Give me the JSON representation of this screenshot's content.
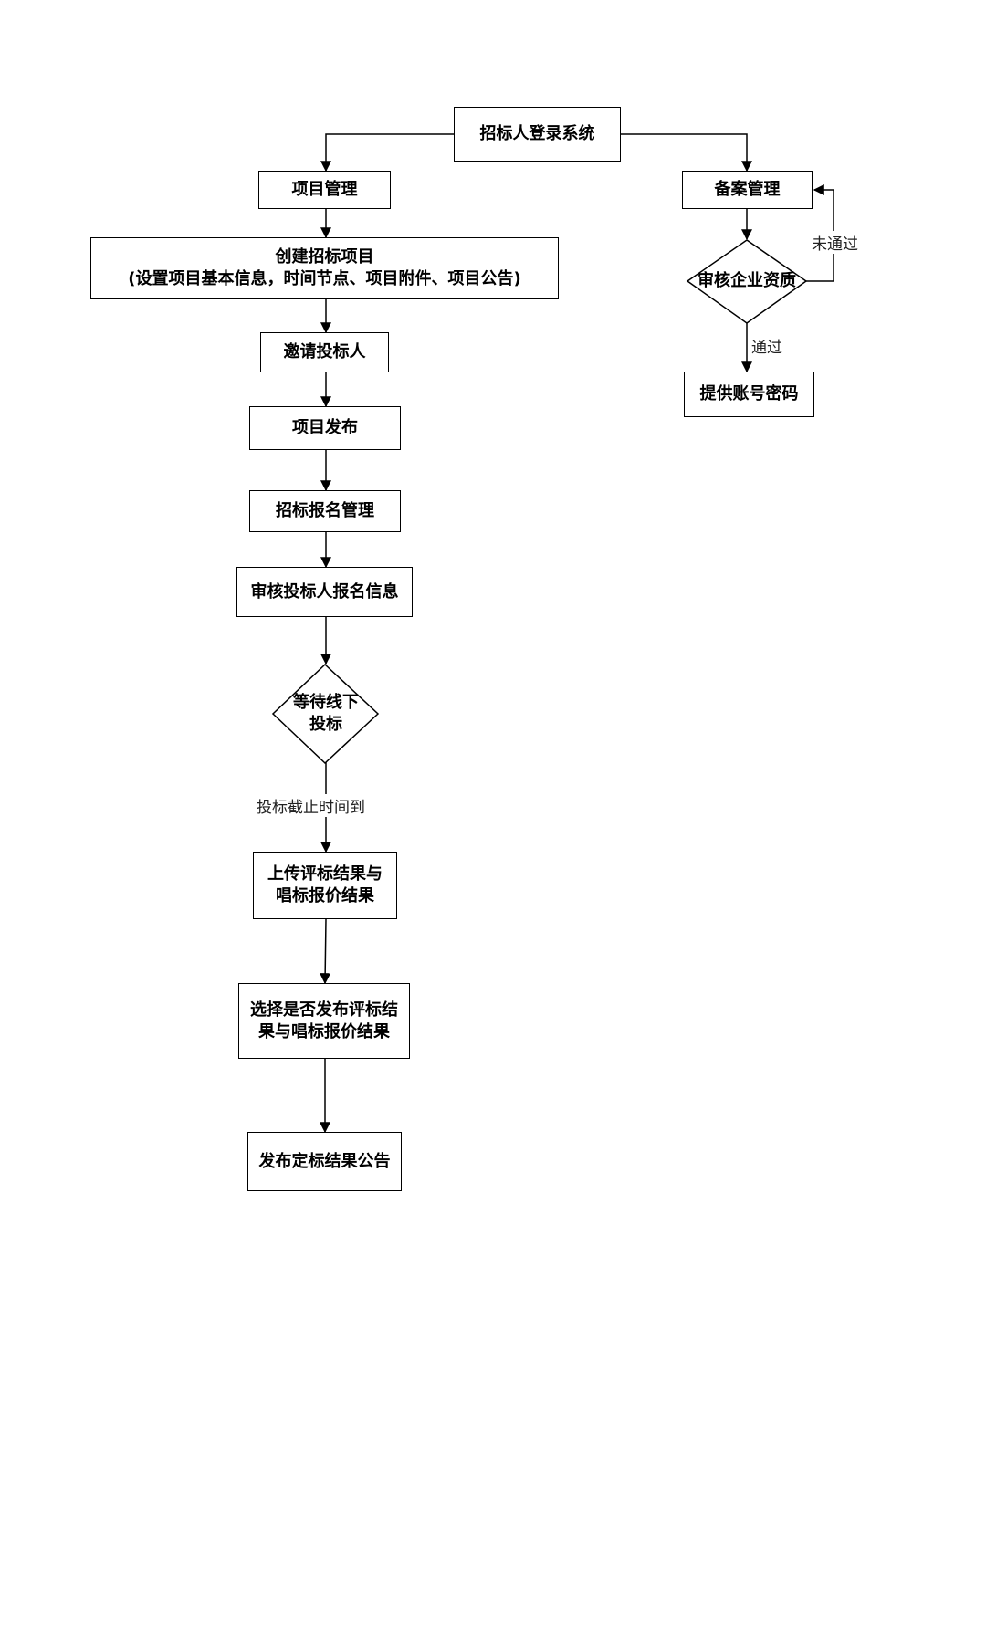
{
  "nodes": {
    "login": "招标人登录系统",
    "project_mgmt": "项目管理",
    "create_project_line1": "创建招标项目",
    "create_project_line2": "(设置项目基本信息，时间节点、项目附件、项目公告)",
    "invite": "邀请投标人",
    "publish": "项目发布",
    "signup_mgmt": "招标报名管理",
    "review_signup": "审核投标人报名信息",
    "wait_line1": "等待线下",
    "wait_line2": "投标",
    "upload_line1": "上传评标结果与",
    "upload_line2": "唱标报价结果",
    "choose_line1": "选择是否发布评标结",
    "choose_line2": "果与唱标报价结果",
    "final_notice": "发布定标结果公告",
    "filing_mgmt": "备案管理",
    "review_company": "审核企业资质",
    "provide_account": "提供账号密码"
  },
  "edge_labels": {
    "deadline": "投标截止时间到",
    "rejected": "未通过",
    "passed": "通过"
  }
}
